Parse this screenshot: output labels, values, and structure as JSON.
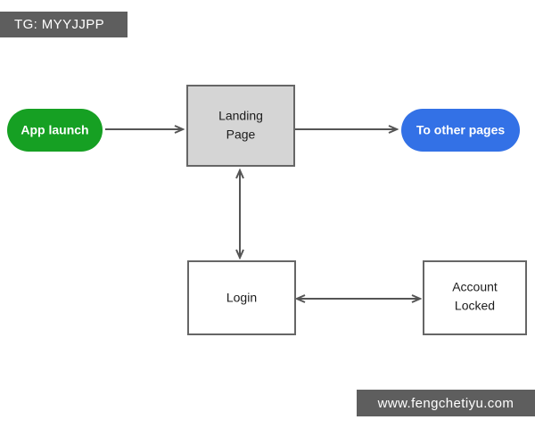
{
  "overlays": {
    "tg_badge": {
      "text": "TG: MYYJJPP",
      "background": "#5e5e5e",
      "color": "#ffffff"
    },
    "watermark": {
      "text": "www.fengchetiyu.com",
      "background": "#5e5e5e",
      "color": "#ffffff"
    }
  },
  "diagram": {
    "type": "flowchart",
    "background": "#ffffff",
    "nodes": [
      {
        "id": "app-launch",
        "label": "App launch",
        "shape": "ellipse",
        "fill": "#16a023",
        "text_color": "#ffffff"
      },
      {
        "id": "landing-page",
        "label_line1": "Landing",
        "label_line2": "Page",
        "shape": "rectangle",
        "fill": "#d5d5d5",
        "stroke": "#666666",
        "text_color": "#1c1c1c"
      },
      {
        "id": "to-other-pages",
        "label": "To other pages",
        "shape": "ellipse",
        "fill": "#3371e6",
        "text_color": "#ffffff"
      },
      {
        "id": "login",
        "label": "Login",
        "shape": "rectangle",
        "fill": "#ffffff",
        "stroke": "#666666",
        "text_color": "#1c1c1c"
      },
      {
        "id": "account-locked",
        "label_line1": "Account",
        "label_line2": "Locked",
        "shape": "rectangle",
        "fill": "#ffffff",
        "stroke": "#666666",
        "text_color": "#1c1c1c"
      }
    ],
    "edges": [
      {
        "id": "launch-to-landing",
        "from": "app-launch",
        "to": "landing-page",
        "arrows": "single",
        "label": ""
      },
      {
        "id": "landing-to-other",
        "from": "landing-page",
        "to": "to-other-pages",
        "arrows": "single",
        "label": ""
      },
      {
        "id": "landing-login",
        "from": "landing-page",
        "to": "login",
        "arrows": "double",
        "label": ""
      },
      {
        "id": "login-locked",
        "from": "login",
        "to": "account-locked",
        "arrows": "double",
        "label": ""
      }
    ],
    "edge_color": "#555555"
  }
}
